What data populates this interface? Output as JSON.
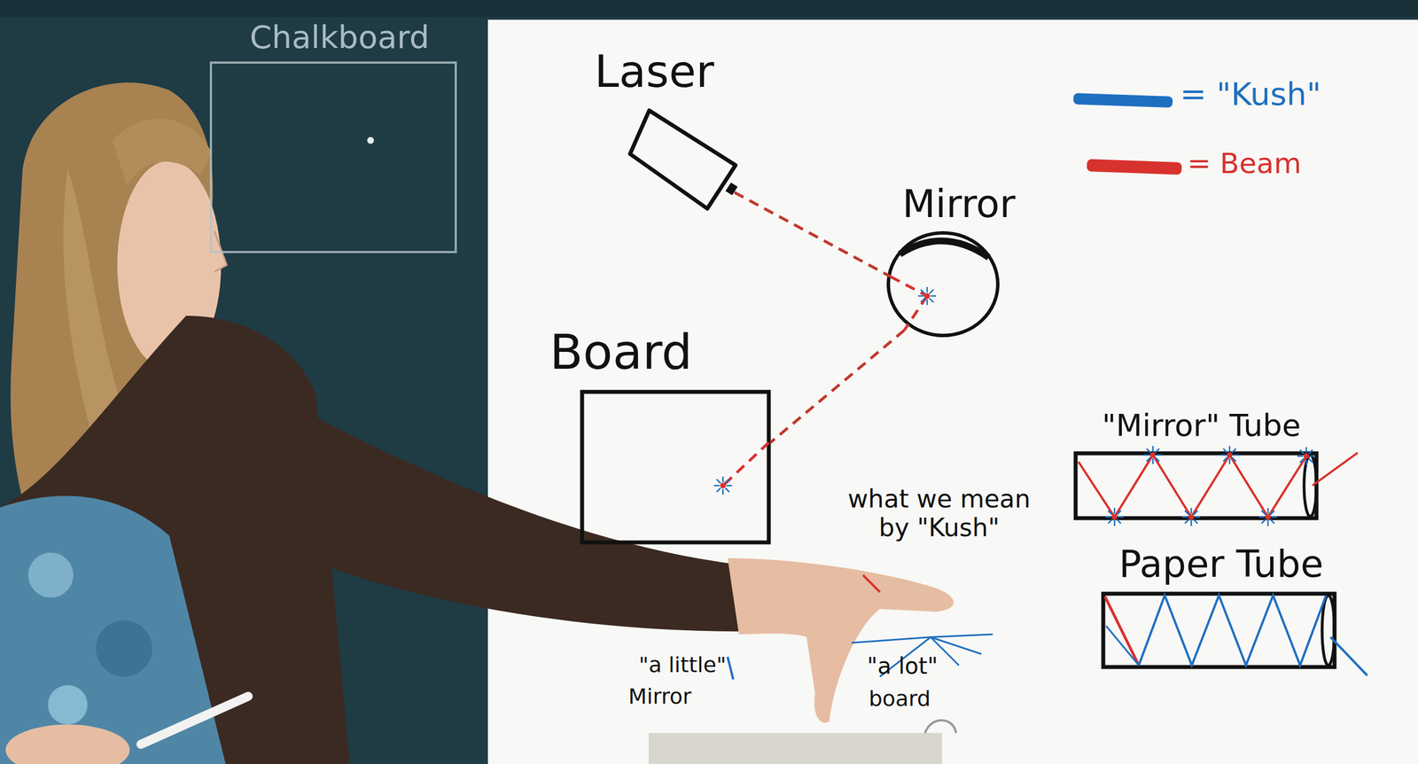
{
  "diagram": {
    "nodes": [
      {
        "text": [
          "Chalkboard"
        ]
      },
      {
        "text": [
          "Laser"
        ]
      },
      {
        "text": [
          "Mirror"
        ]
      },
      {
        "text": [
          "Board"
        ]
      },
      {
        "text": [
          "\"Mirror\" Tube"
        ]
      },
      {
        "text": [
          "Paper Tube"
        ]
      }
    ],
    "edges": [
      {
        "from": 1,
        "to": 2,
        "arrow": "none"
      },
      {
        "from": 2,
        "to": 3,
        "arrow": "none"
      }
    ],
    "labels": [
      "what we mean by \"Kush\"",
      "\"a little\"",
      "Mirror",
      "\"a lot\"",
      "board"
    ],
    "legend": [
      {
        "text": "= \"Kush\"",
        "color": "#1f6fc1"
      },
      {
        "text": "= Beam",
        "color": "#d8322e"
      }
    ]
  }
}
